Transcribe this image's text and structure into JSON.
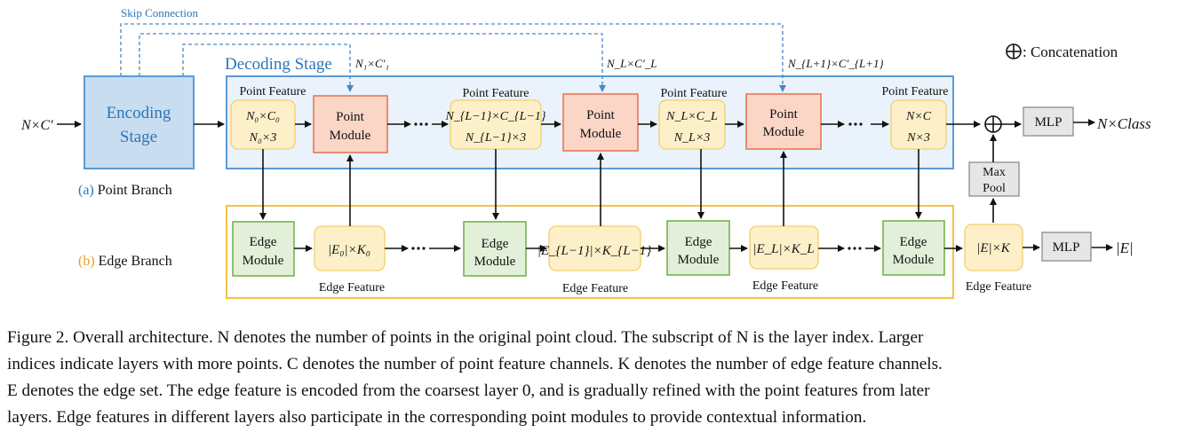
{
  "skip_connection": "Skip Connection",
  "concat_legend": ": Concatenation",
  "encoding_stage": [
    "Encoding",
    "Stage"
  ],
  "decoding_stage": "Decoding Stage",
  "input_label": "N×C′",
  "skip_labels": {
    "n1": "N₁×C′₁",
    "nl": "N_L×C′_L",
    "nl1": "N_{L+1}×C′_{L+1}"
  },
  "point_feature_label": "Point Feature",
  "edge_feature_label": "Edge Feature",
  "point_features": [
    [
      "N₀×C₀",
      "N₀×3"
    ],
    [
      "N_{L−1}×C_{L−1}",
      "N_{L−1}×3"
    ],
    [
      "N_L×C_L",
      "N_L×3"
    ],
    [
      "N×C",
      "N×3"
    ]
  ],
  "point_module": [
    "Point",
    "Module"
  ],
  "edge_module": [
    "Edge",
    "Module"
  ],
  "edge_features": [
    "|E₀|×K₀",
    "|E_{L−1}|×K_{L−1}",
    "|E_L|×K_L",
    "|E|×K"
  ],
  "mlp": "MLP",
  "max_pool": [
    "Max",
    "Pool"
  ],
  "output_class": "N×Class",
  "output_edge": "|E|",
  "branch_a": {
    "tag": "(a)",
    "text": " Point Branch"
  },
  "branch_b": {
    "tag": "(b)",
    "text": " Edge Branch"
  },
  "colors": {
    "decoding_border": "#5b9bd5",
    "decoding_fill": "#eaf2fb",
    "encoding_fill": "#c9ddf0",
    "point_module_fill": "#fbd6c7",
    "point_module_border": "#e8704b",
    "feature_fill": "#fdf0c8",
    "feature_border": "#f2cf6d",
    "edge_module_fill": "#e2efd9",
    "edge_module_border": "#70ad47",
    "edge_branch_border": "#f5c243",
    "blue_text": "#2e75b6",
    "orange_text": "#e6a118"
  },
  "caption": [
    "Figure 2. Overall architecture. N denotes the number of points in the original point cloud. The subscript of N is the layer index. Larger",
    "indices indicate layers with more points. C denotes the number of point feature channels. K denotes the number of edge feature channels.",
    "E denotes the edge set. The edge feature is encoded from the coarsest layer 0, and is gradually refined with the point features from later",
    "layers. Edge features in different layers also participate in the corresponding point modules to provide contextual information."
  ]
}
